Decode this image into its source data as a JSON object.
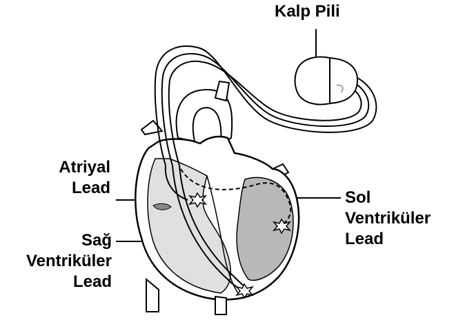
{
  "labels": {
    "pacemaker": "Kalp Pili",
    "atrial_line1": "Atriyal",
    "atrial_line2": "Lead",
    "left_line1": "Sol",
    "left_line2": "Ventriküler",
    "left_line3": "Lead",
    "right_line1": "Sağ",
    "right_line2": "Ventriküler",
    "right_line3": "Lead"
  },
  "colors": {
    "outline": "#000000",
    "chamber_fill": "#e0e0e0",
    "muscle_fill": "#b8b8b8",
    "background": "#ffffff"
  }
}
